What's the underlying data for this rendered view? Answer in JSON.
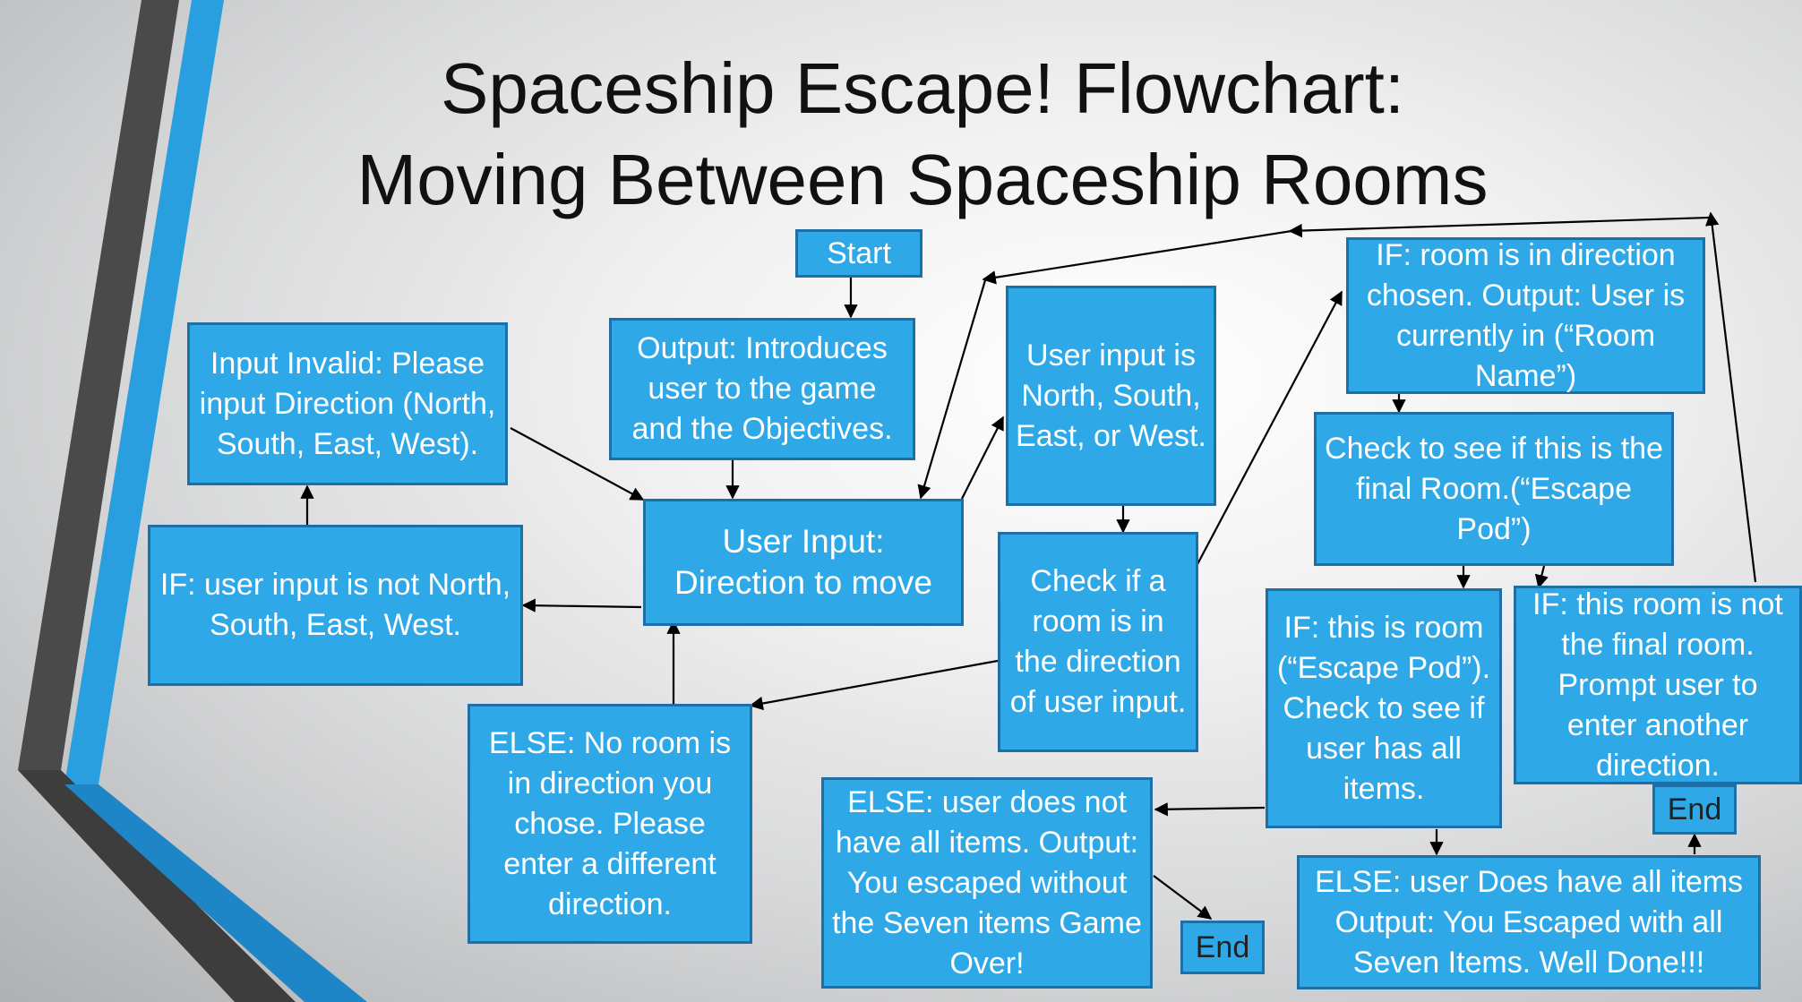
{
  "title": {
    "line1": "Spaceship Escape! Flowchart:",
    "line2": "Moving Between Spaceship Rooms"
  },
  "colors": {
    "box_fill": "#2ea8e6",
    "box_border": "#1d6fa8",
    "box_text": "#ffffff",
    "end_text": "#222222",
    "arrow": "#000000",
    "stripe_dark": "#4a4a4a",
    "stripe_blue": "#2a9fe0"
  },
  "nodes": {
    "start": "Start",
    "intro": "Output: Introduces user to the game and the Objectives.",
    "input_invalid": "Input Invalid: Please input Direction (North, South, East, West).",
    "user_input": "User Input: Direction to move",
    "if_not_direction": "IF: user input is not North, South, East, West.",
    "valid_direction": "User input is North, South, East, or West.",
    "check_room": "Check if a room is in the direction of user input.",
    "else_no_room": "ELSE: No room is in direction you chose. Please enter a different direction.",
    "if_room": "IF: room is in direction chosen. Output: User is currently in (“Room Name”)",
    "check_final": "Check to see if this is the final Room.(“Escape Pod”)",
    "if_escape_pod": "IF: this is room (“Escape Pod”). Check to see if user has all items.",
    "if_not_final": "IF: this room is not the final room. Prompt user to enter another direction.",
    "else_no_items": "ELSE: user does not have all items. Output: You escaped without the Seven items Game Over!",
    "end_1": "End",
    "else_all_items": "ELSE: user Does have all items Output: You Escaped with all Seven Items. Well Done!!!",
    "end_2": "End"
  }
}
